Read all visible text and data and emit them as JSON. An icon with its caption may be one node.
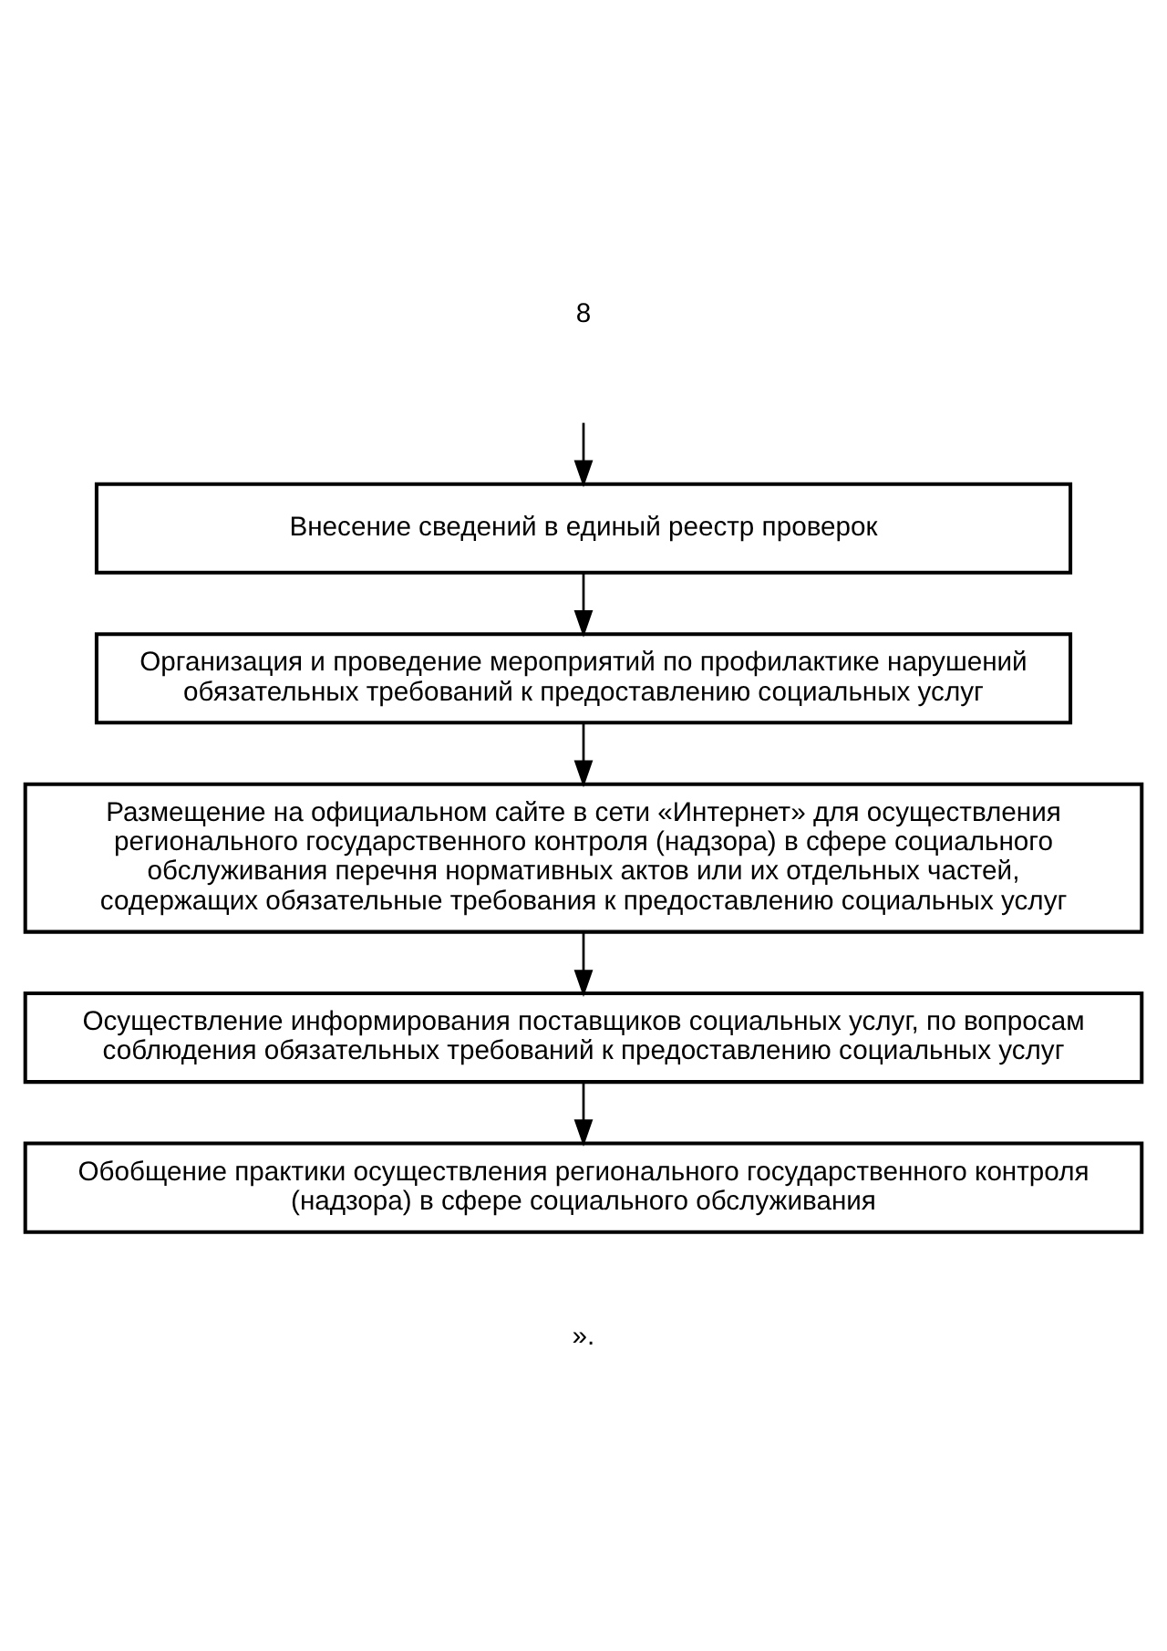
{
  "diagram": {
    "nodes": [
      {
        "text": [
          "Внесение сведений в единый реестр проверок"
        ]
      },
      {
        "text": [
          "Организация и проведение мероприятий по профилактике нарушений обязательных требований к предоставлению социальных услуг"
        ]
      },
      {
        "text": [
          "Размещение на официальном сайте в сети «Интернет» для осуществления регионального государственного контроля (надзора) в сфере социального обслуживания перечня нормативных актов или их отдельных частей, содержащих обязательные требования к предоставлению социальных услуг"
        ]
      },
      {
        "text": [
          "Осуществление информирования поставщиков социальных услуг, по вопросам соблюдения обязательных требований к предоставлению социальных услуг"
        ]
      },
      {
        "text": [
          "Обобщение практики осуществления регионального государственного контроля (надзора) в сфере социального обслуживания"
        ]
      }
    ],
    "edges": [
      {
        "from": null,
        "to": 0,
        "arrow": "to"
      },
      {
        "from": 0,
        "to": 1,
        "arrow": "to"
      },
      {
        "from": 1,
        "to": 2,
        "arrow": "to"
      },
      {
        "from": 2,
        "to": 3,
        "arrow": "to"
      },
      {
        "from": 3,
        "to": 4,
        "arrow": "to"
      }
    ],
    "labels": [
      "8",
      "»."
    ]
  }
}
